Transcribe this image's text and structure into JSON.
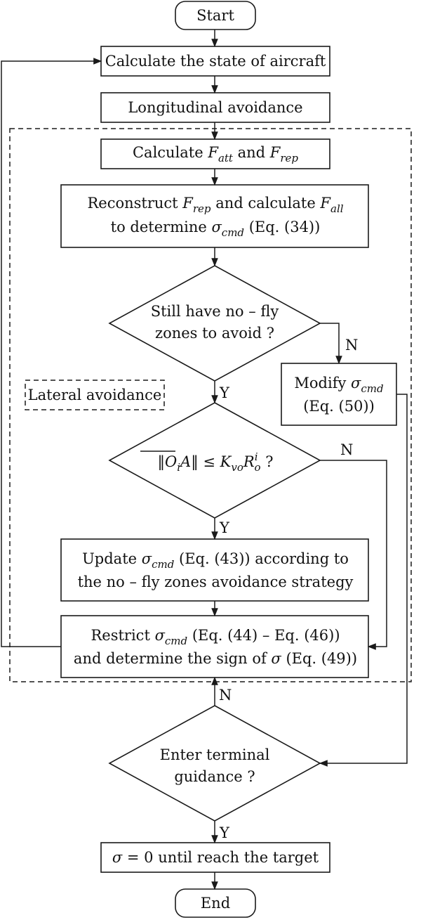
{
  "flowchart": {
    "start": "Start",
    "calc_state": "Calculate the state of aircraft",
    "longitudinal": "Longitudinal avoidance",
    "calc_forces": {
      "prefix": "Calculate ",
      "f1": "F",
      "f1_sub": "att",
      "and": " and ",
      "f2": "F",
      "f2_sub": "rep"
    },
    "reconstruct": {
      "l1_a": "Reconstruct ",
      "l1_f": "F",
      "l1_fsub": "rep",
      "l1_b": " and calculate ",
      "l1_g": "F",
      "l1_gsub": "all",
      "l2_a": "to determine ",
      "l2_sig": "σ",
      "l2_sigsub": "cmd",
      "l2_b": " (Eq. (34))"
    },
    "decision_nofly": {
      "line1": "Still have no – fly",
      "line2": "zones to avoid ?"
    },
    "modify": {
      "l1_a": "Modify ",
      "l1_sig": "σ",
      "l1_sigsub": "cmd",
      "l2": "(Eq. (50))"
    },
    "lateral_label": "Lateral avoidance",
    "decision_dist": {
      "norm_left": "‖",
      "o": "O",
      "o_sub": "i",
      "a": "A",
      "norm_right": "‖",
      "leq": " ≤ ",
      "k": "K",
      "k_sub": "vo",
      "r": "R",
      "r_sup": "i",
      "r_sub": "o",
      "q": " ?"
    },
    "update": {
      "l1_a": "Update ",
      "l1_sig": "σ",
      "l1_sigsub": "cmd",
      "l1_b": " (Eq. (43)) according to",
      "l2": "the no – fly zones avoidance strategy"
    },
    "restrict": {
      "l1_a": "Restrict ",
      "l1_sig": "σ",
      "l1_sigsub": "cmd",
      "l1_b": " (Eq. (44) – Eq. (46))",
      "l2_a": "and determine the sign of ",
      "l2_sig": "σ",
      "l2_b": " (Eq. (49))"
    },
    "decision_terminal": {
      "line1": "Enter terminal",
      "line2": "guidance ?"
    },
    "final": {
      "sig": "σ",
      "rest": " = 0 until reach the target"
    },
    "end": "End",
    "labels": {
      "yes": "Y",
      "no": "N"
    }
  }
}
